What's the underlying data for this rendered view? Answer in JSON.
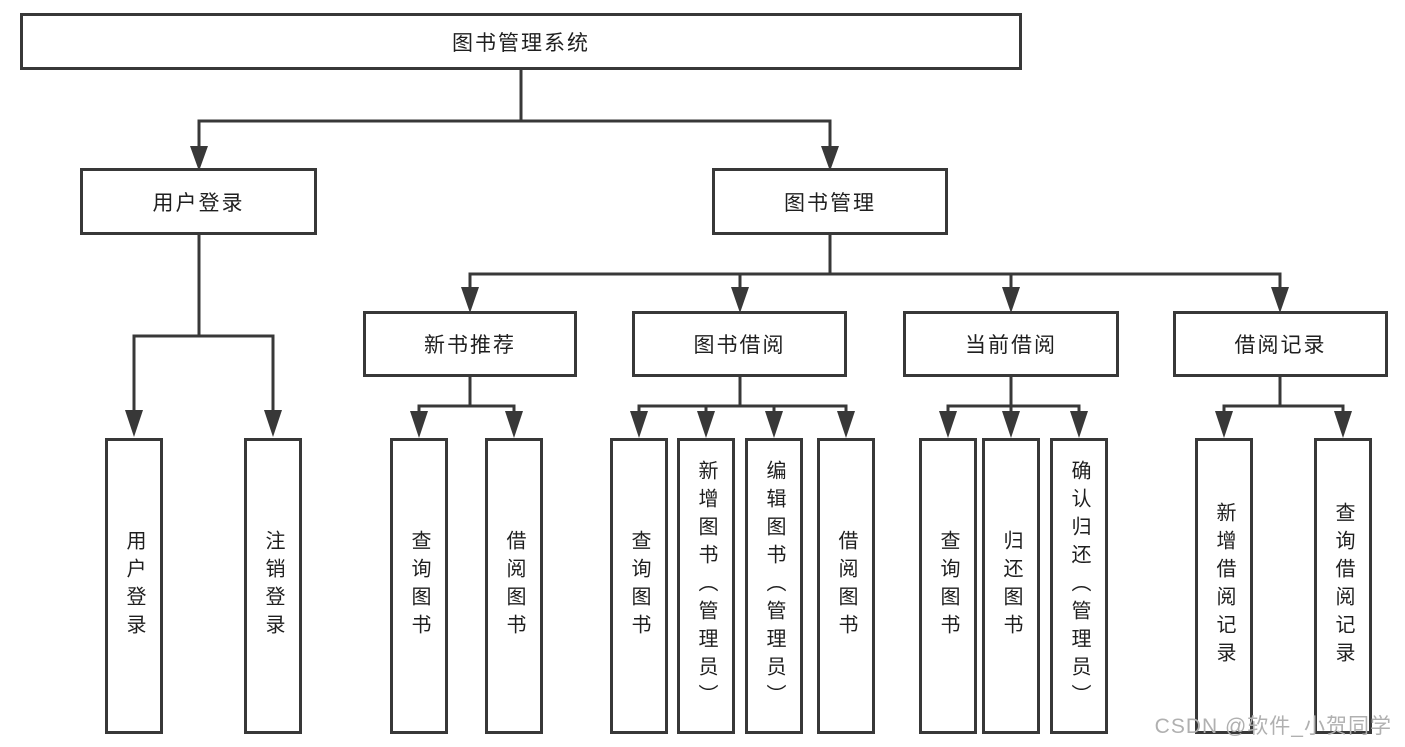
{
  "colors": {
    "line": "#383838",
    "text": "#1f1f1f",
    "background": "#ffffff",
    "watermark": "#b0b0b0"
  },
  "watermark": "CSDN @软件_小贺同学",
  "tree": {
    "root": {
      "label": "图书管理系统"
    },
    "branches": [
      {
        "label": "用户登录",
        "children": [
          {
            "label": "用户登录"
          },
          {
            "label": "注销登录"
          }
        ]
      },
      {
        "label": "图书管理",
        "children": [
          {
            "label": "新书推荐",
            "children": [
              {
                "label": "查询图书"
              },
              {
                "label": "借阅图书"
              }
            ]
          },
          {
            "label": "图书借阅",
            "children": [
              {
                "label": "查询图书"
              },
              {
                "label": "新增图书（管理员）"
              },
              {
                "label": "编辑图书（管理员）"
              },
              {
                "label": "借阅图书"
              }
            ]
          },
          {
            "label": "当前借阅",
            "children": [
              {
                "label": "查询图书"
              },
              {
                "label": "归还图书"
              },
              {
                "label": "确认归还（管理员）"
              }
            ]
          },
          {
            "label": "借阅记录",
            "children": [
              {
                "label": "新增借阅记录"
              },
              {
                "label": "查询借阅记录"
              }
            ]
          }
        ]
      }
    ]
  }
}
